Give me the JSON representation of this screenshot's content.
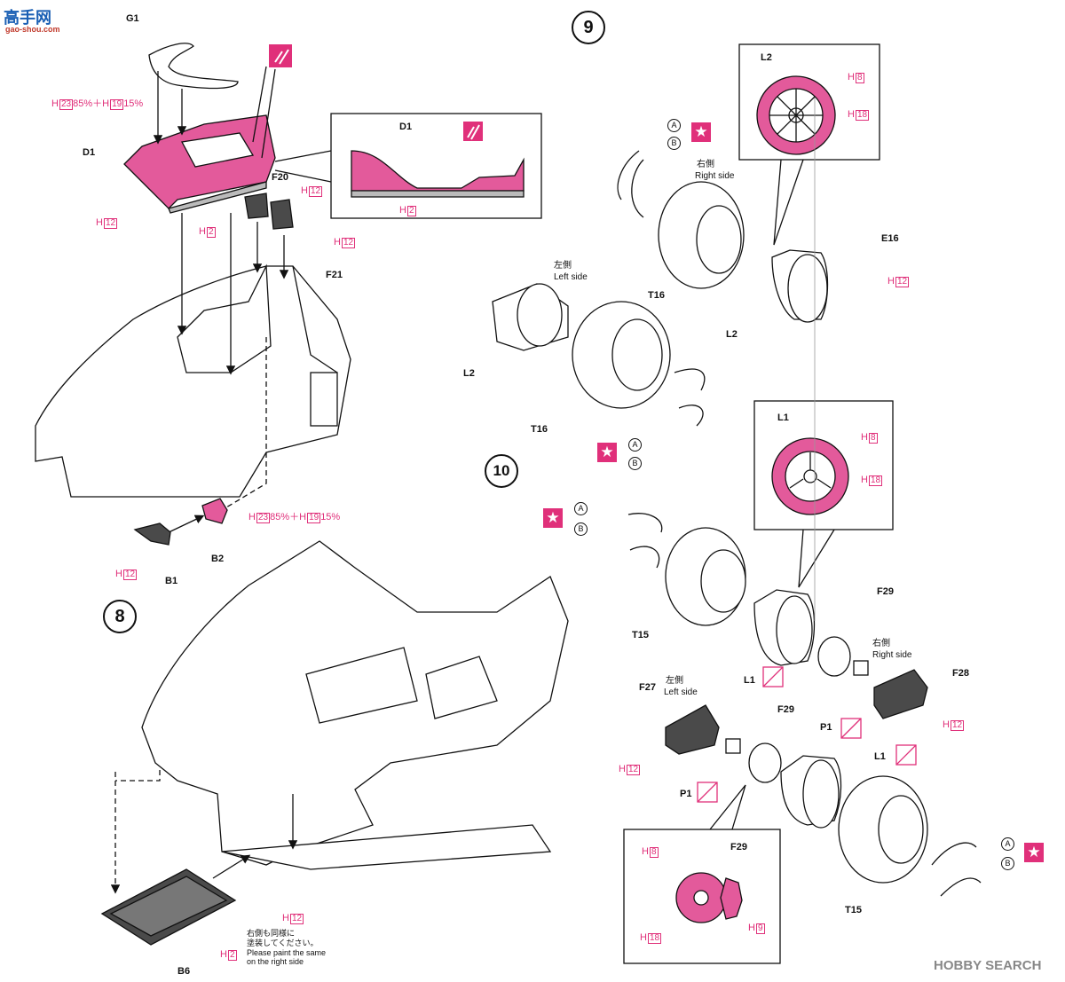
{
  "logo": {
    "text": "高手网",
    "sub": "gao-shou.com"
  },
  "watermark": "HOBBY SEARCH",
  "steps": {
    "s8": "8",
    "s9": "9",
    "s10": "10"
  },
  "parts": {
    "g1": "G1",
    "d1": "D1",
    "d1_detail": "D1",
    "f20": "F20",
    "f21": "F21",
    "b1": "B1",
    "b2": "B2",
    "b6": "B6",
    "l2_a": "L2",
    "l2_b": "L2",
    "l2_c": "L2",
    "t16_a": "T16",
    "t16_b": "T16",
    "e16": "E16",
    "l1_a": "L1",
    "l1_b": "L1",
    "l1_c": "L1",
    "t15_a": "T15",
    "t15_b": "T15",
    "f29_a": "F29",
    "f29_b": "F29",
    "f29_c": "F29",
    "f28": "F28",
    "f27": "F27",
    "p1_a": "P1",
    "p1_b": "P1"
  },
  "sides": {
    "right_jp": "右側",
    "right_en": "Right side",
    "left_jp": "左側",
    "left_en": "Left side",
    "right2_jp": "右側",
    "right2_en": "Right side",
    "left2_jp": "左側",
    "left2_en": "Left side"
  },
  "paints": {
    "mix1_a": "H",
    "mix1_a_code": "23",
    "mix1_a_pct": "85%＋",
    "mix1_b": "H",
    "mix1_b_code": "19",
    "mix1_b_pct": "15%",
    "mix2_a": "H",
    "mix2_a_code": "23",
    "mix2_a_pct": "85%＋",
    "mix2_b": "H",
    "mix2_b_code": "19",
    "mix2_b_pct": "15%",
    "h12_d1": "12",
    "h2_d1": "2",
    "h12_f20": "12",
    "h12_f21": "12",
    "h2_detail": "2",
    "h12_b1": "12",
    "h12_b6": "12",
    "h2_b6": "2",
    "h8_l2": "8",
    "h18_l2": "18",
    "h8_l1": "8",
    "h18_l1": "18",
    "h12_e16": "12",
    "h12_f28": "12",
    "h12_f27": "12",
    "h8_det": "8",
    "h18_det": "18",
    "h9_det": "9",
    "h": "H"
  },
  "note": {
    "jp1": "右側も同様に",
    "jp2": "塗装してください。",
    "en1": "Please paint the same",
    "en2": "on the right side"
  },
  "circles": {
    "a": "A",
    "b": "B"
  },
  "star": "★",
  "colors": {
    "accent_pink": "#e0307a",
    "part_gray": "#4a4a4a",
    "line": "#111111"
  }
}
